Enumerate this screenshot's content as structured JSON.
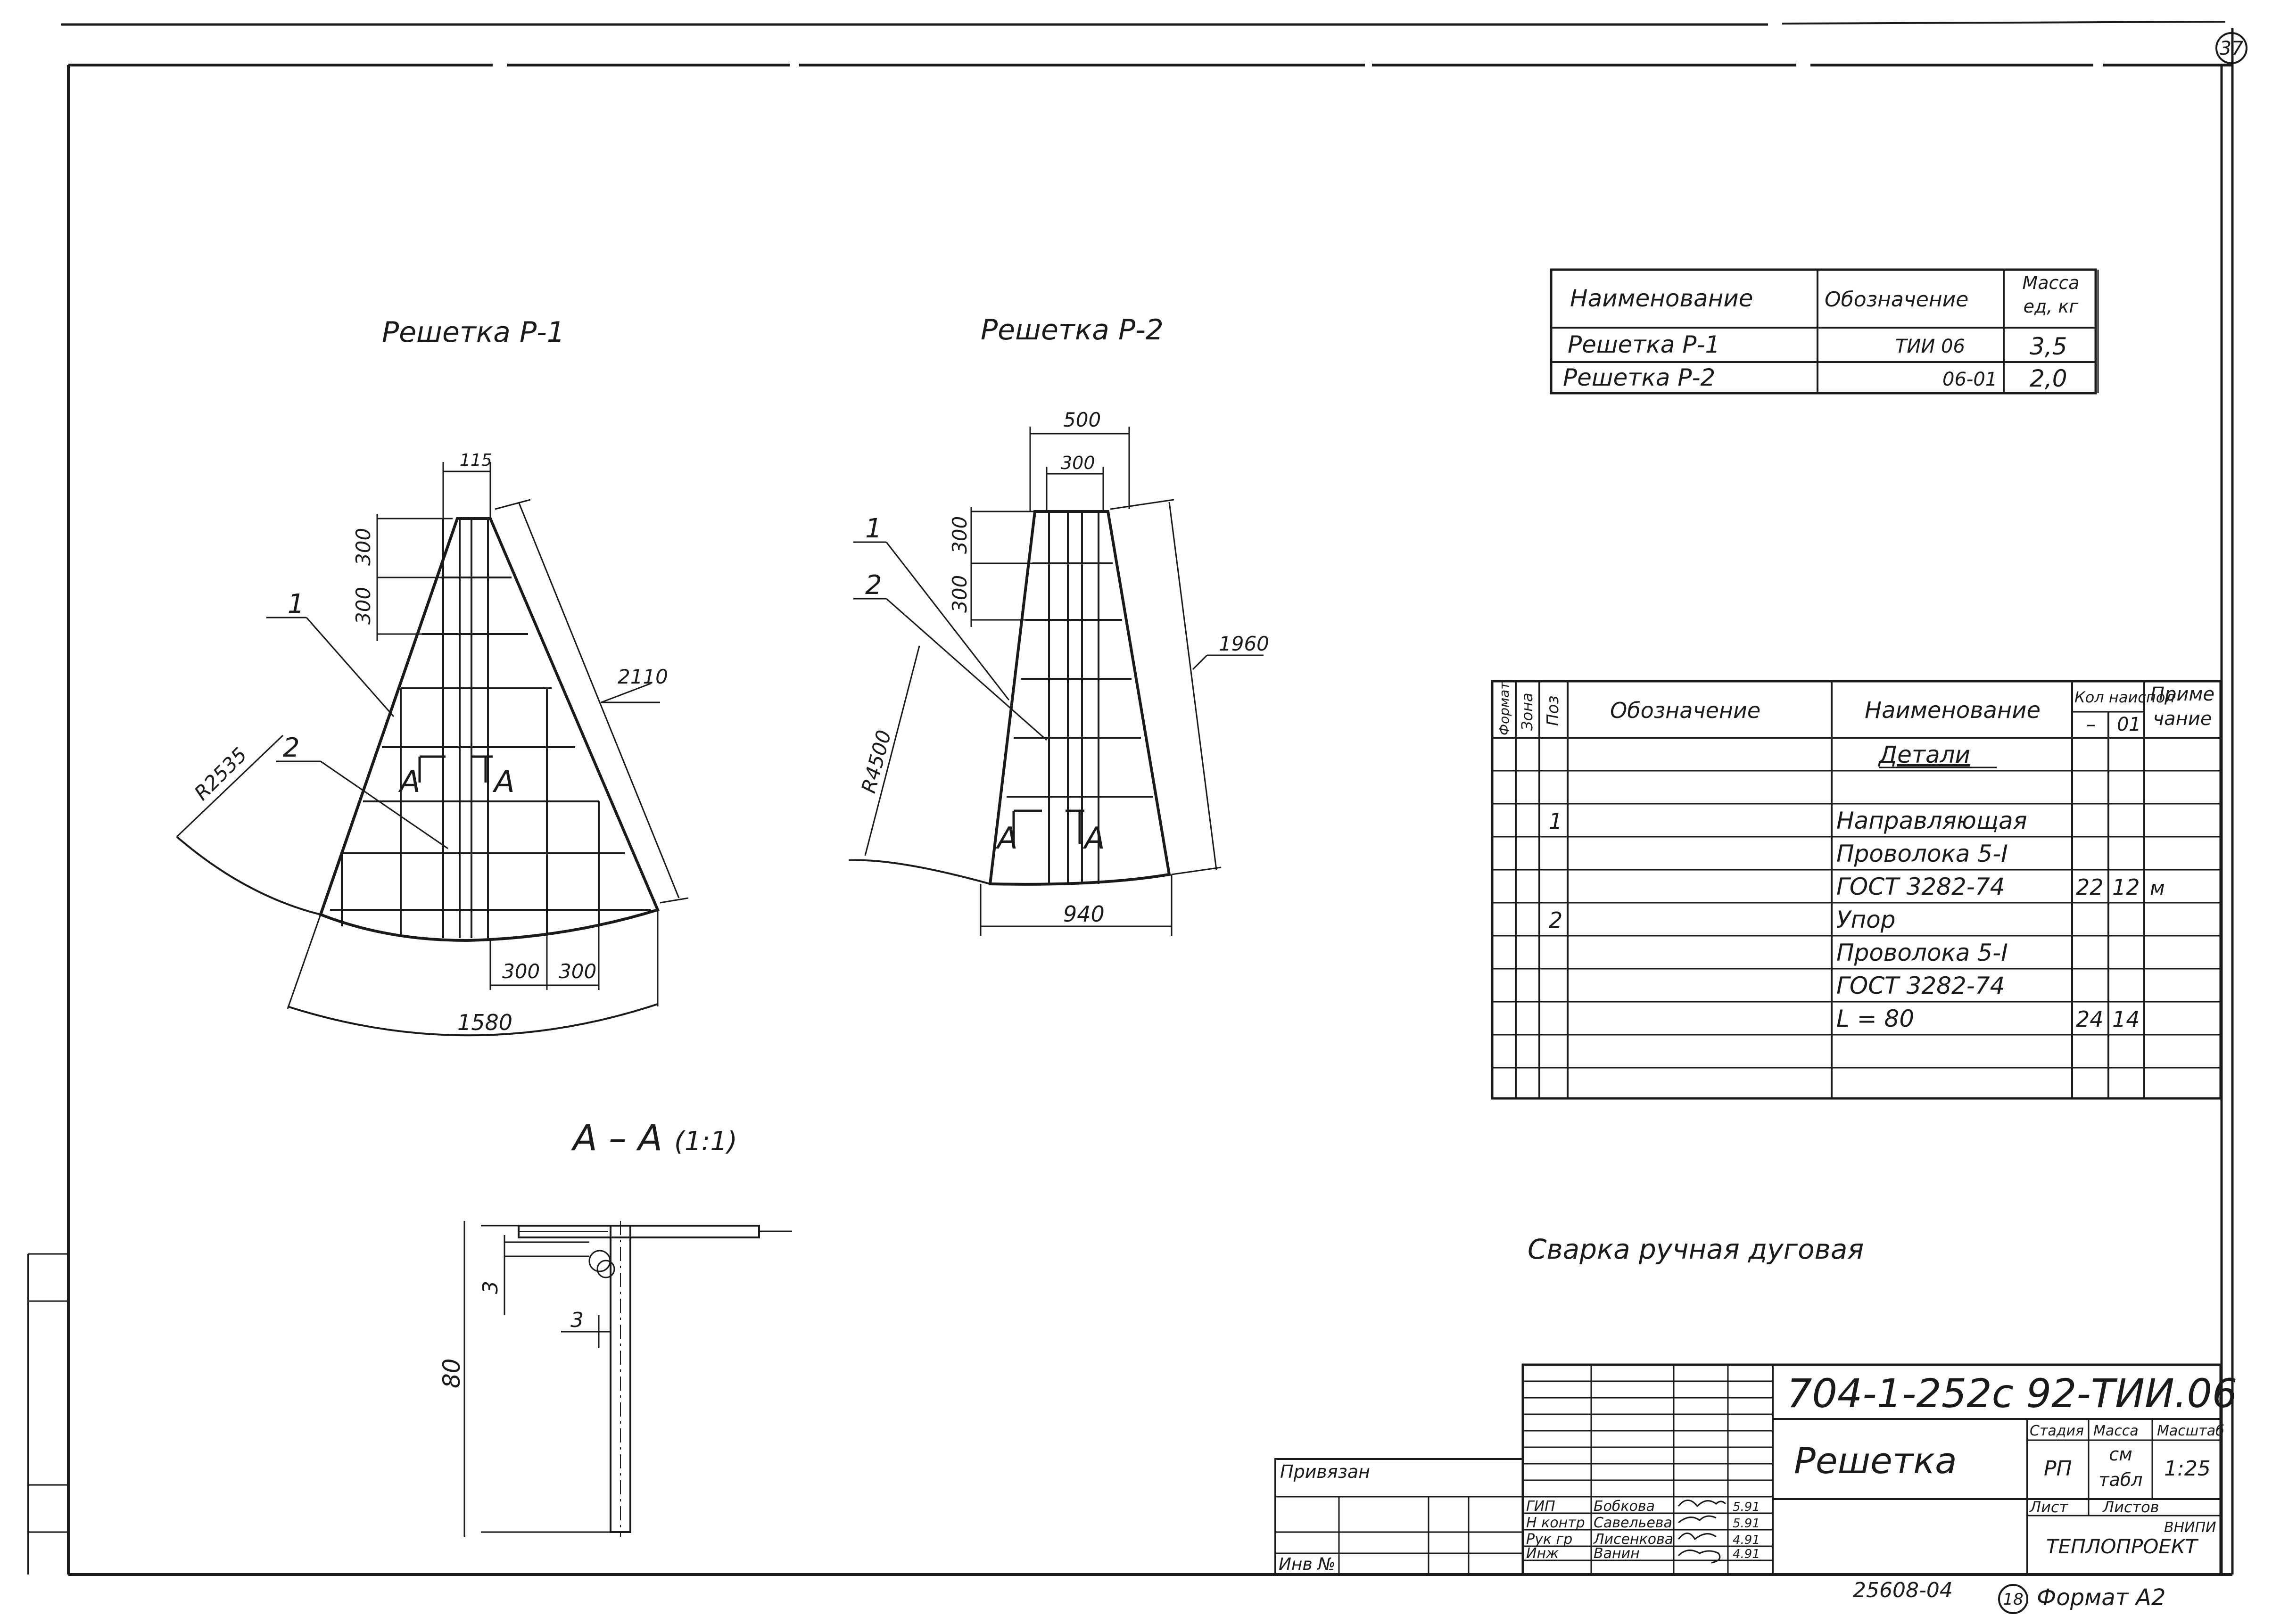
{
  "sheet_number": "37",
  "drawings": {
    "p1": {
      "title": "Решетка Р-1",
      "dims": {
        "top": "115",
        "row1": "300",
        "row2": "300",
        "side": "2110",
        "bottom_a": "300",
        "bottom_b": "300",
        "arc": "1580",
        "radius": "R2535"
      },
      "leaders": {
        "one": "1",
        "two": "2"
      },
      "section": {
        "left": "А",
        "right": "А"
      }
    },
    "p2": {
      "title": "Решетка Р-2",
      "dims": {
        "top_outer": "500",
        "top_inner": "300",
        "row1": "300",
        "row2": "300",
        "side": "1960",
        "radius": "R4500",
        "arc": "940"
      },
      "leaders": {
        "one": "1",
        "two": "2"
      },
      "section": {
        "left": "А",
        "right": "А"
      }
    },
    "aa": {
      "title": "А – А",
      "scale": "(1:1)",
      "dims": {
        "height": "80",
        "gap_a": "3",
        "gap_b": "3"
      }
    }
  },
  "mass_table": {
    "headers": [
      "Наименование",
      "Обозначение",
      "Масса ед, кг"
    ],
    "rows": [
      [
        "Решетка  Р-1",
        "ТИИ 06",
        "3,5"
      ],
      [
        "Решетка  Р-2",
        "06-01",
        "2,0"
      ]
    ]
  },
  "spec_table": {
    "headers": {
      "format": "Формат",
      "zone": "Зона",
      "pos": "Поз",
      "designation": "Обозначение",
      "name": "Наименование",
      "qty": "Кол наиспол",
      "qty_a": "–",
      "qty_b": "01",
      "note": "Примечание"
    },
    "rows": [
      {
        "pos": "",
        "name": "Детали",
        "qa": "",
        "qb": "",
        "note": ""
      },
      {
        "pos": "",
        "name": "",
        "qa": "",
        "qb": "",
        "note": ""
      },
      {
        "pos": "1",
        "name": "Направляющая",
        "qa": "",
        "qb": "",
        "note": ""
      },
      {
        "pos": "",
        "name": "Проволока 5-I",
        "qa": "",
        "qb": "",
        "note": ""
      },
      {
        "pos": "",
        "name": "ГОСТ 3282-74",
        "qa": "22",
        "qb": "12",
        "note": "м"
      },
      {
        "pos": "2",
        "name": "Упор",
        "qa": "",
        "qb": "",
        "note": ""
      },
      {
        "pos": "",
        "name": "Проволока 5-I",
        "qa": "",
        "qb": "",
        "note": ""
      },
      {
        "pos": "",
        "name": "ГОСТ 3282-74",
        "qa": "",
        "qb": "",
        "note": ""
      },
      {
        "pos": "",
        "name": "L = 80",
        "qa": "24",
        "qb": "14",
        "note": ""
      },
      {
        "pos": "",
        "name": "",
        "qa": "",
        "qb": "",
        "note": ""
      },
      {
        "pos": "",
        "name": "",
        "qa": "",
        "qb": "",
        "note": ""
      }
    ]
  },
  "welding_note": "Сварка ручная дуговая",
  "title_block": {
    "code": "704-1-252с 92-ТИИ.06",
    "item_name": "Решетка",
    "stage_hdr": "Стадия",
    "mass_hdr": "Масса",
    "scale_hdr": "Масштаб",
    "stage": "РП",
    "mass": "см табл",
    "scale": "1:25",
    "sheet_hdr": "Лист",
    "sheets_hdr": "Листов",
    "org_1": "ВНИПИ",
    "org_2": "ТЕПЛОПРОЕКТ",
    "attached": "Привязан",
    "inv": "Инв №",
    "people": [
      {
        "role": "ГИП",
        "name": "Бобкова",
        "date": "5.91"
      },
      {
        "role": "Н контр",
        "name": "Савельева",
        "date": "5.91"
      },
      {
        "role": "Рук гр",
        "name": "Лисенкова",
        "date": "4.91"
      },
      {
        "role": "Инж",
        "name": "Ванин",
        "date": "4.91"
      }
    ]
  },
  "bottom": {
    "number": "25608-04",
    "copy_no": "18",
    "format": "Формат А2"
  }
}
